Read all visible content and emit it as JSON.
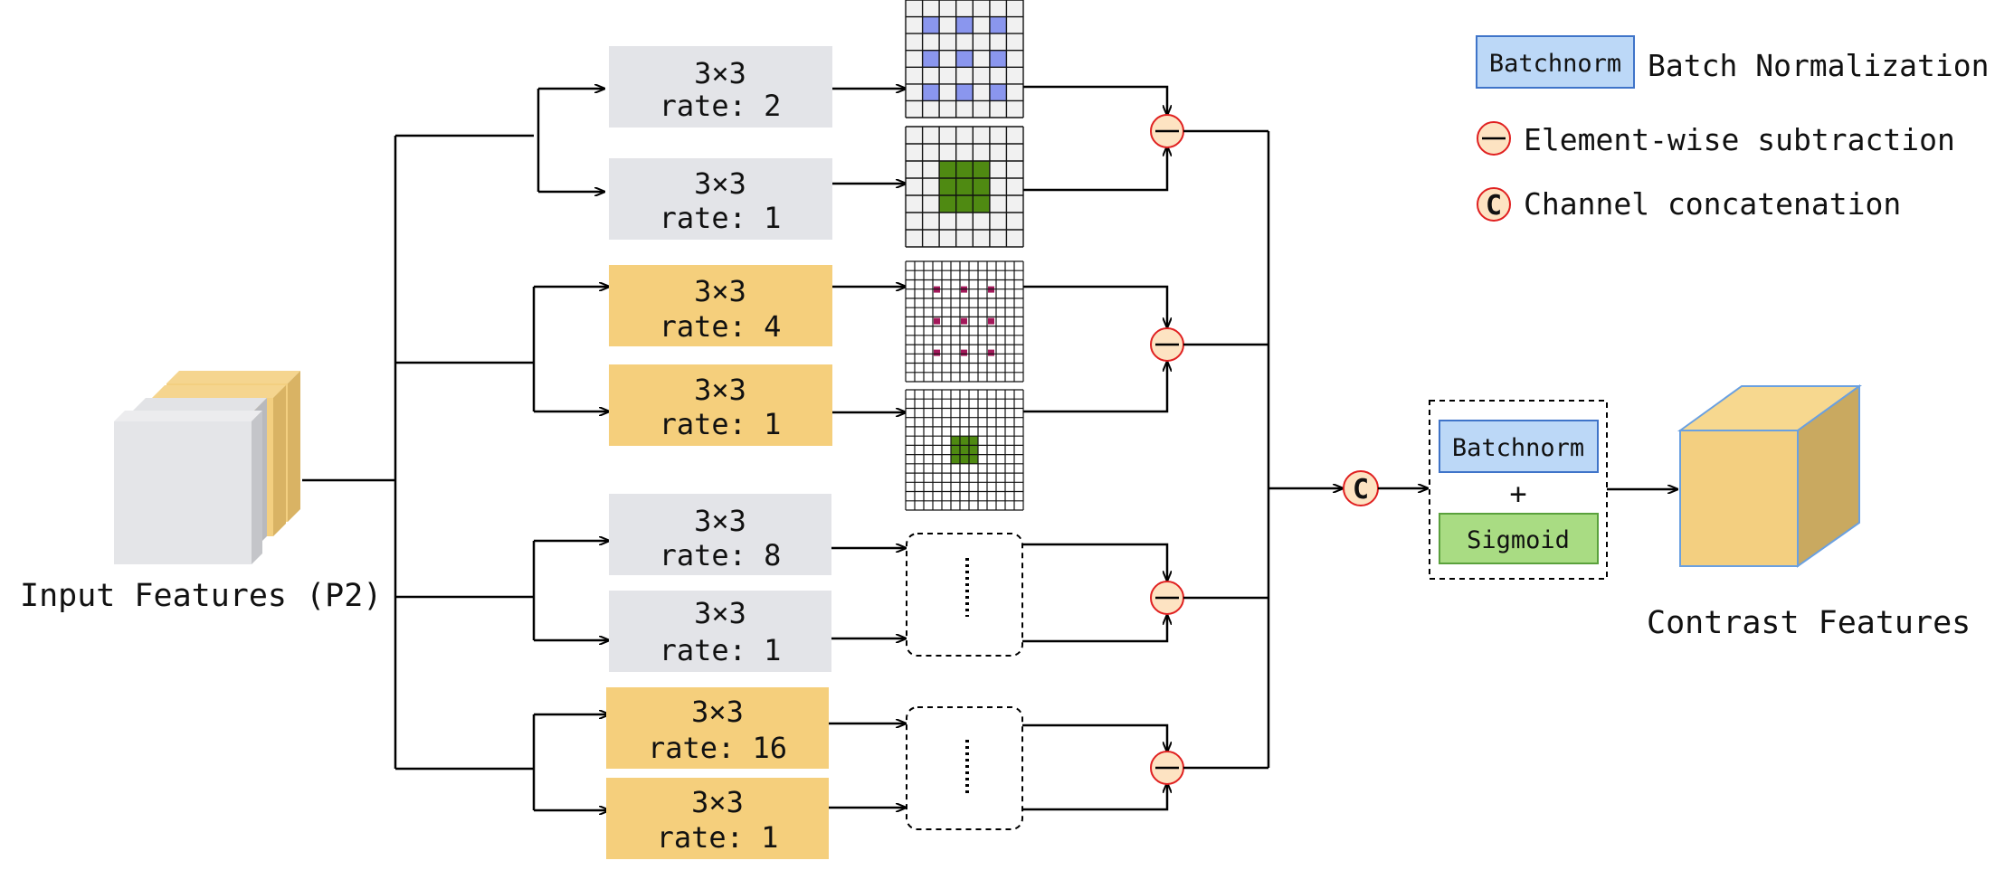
{
  "input": {
    "label": "Input Features (P2)"
  },
  "output": {
    "label": "Contrast Features"
  },
  "branches": [
    {
      "kernel": "3×3",
      "rate": "rate: 2"
    },
    {
      "kernel": "3×3",
      "rate": "rate: 1"
    },
    {
      "kernel": "3×3",
      "rate": "rate: 4"
    },
    {
      "kernel": "3×3",
      "rate": "rate: 1"
    },
    {
      "kernel": "3×3",
      "rate": "rate: 8"
    },
    {
      "kernel": "3×3",
      "rate": "rate: 1"
    },
    {
      "kernel": "3×3",
      "rate": "rate: 16"
    },
    {
      "kernel": "3×3",
      "rate": "rate: 1"
    }
  ],
  "block": {
    "batchnorm": "Batchnorm",
    "plus": "+",
    "sigmoid": "Sigmoid"
  },
  "concat_symbol": "C",
  "legend": {
    "batchnorm_box": "Batchnorm",
    "batchnorm_desc": "Batch Normalization",
    "subtraction_desc": "Element-wise subtraction",
    "concat_symbol": "C",
    "concat_desc": "Channel concatenation"
  },
  "colors": {
    "gray_box": "#e3e4e8",
    "yellow_box": "#f5cf7c",
    "batchnorm_fill": "#bcd8f7",
    "batchnorm_stroke": "#3f74c9",
    "sigmoid_fill": "#a9dc83",
    "sigmoid_stroke": "#5aa13c",
    "operator_fill": "#fde3c2",
    "operator_stroke": "#e02020",
    "blue_cell": "#8a96ee",
    "green_cell": "#4f8a12",
    "magenta_dot": "#a3185a",
    "grid_bg": "#f1f1f1"
  }
}
